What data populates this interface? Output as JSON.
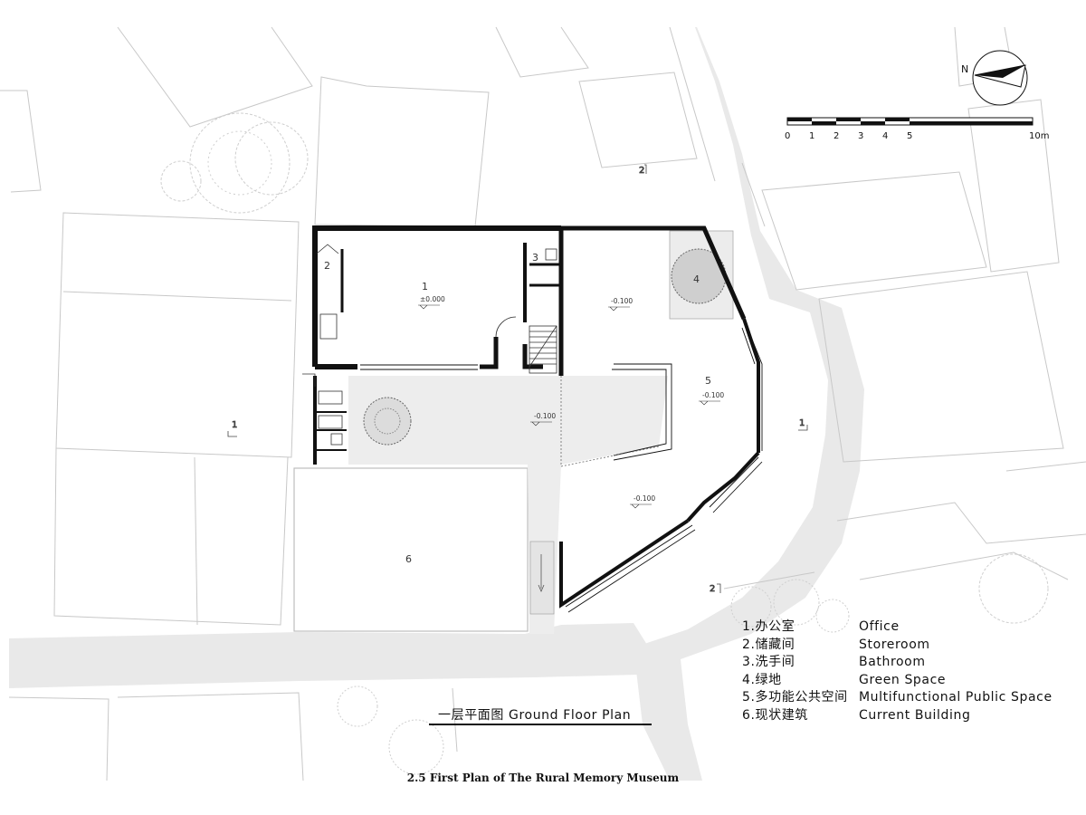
{
  "legend": [
    {
      "zh": "1.办公室",
      "en": "Office"
    },
    {
      "zh": "2.储藏间",
      "en": "Storeroom"
    },
    {
      "zh": "3.洗手间",
      "en": "Bathroom"
    },
    {
      "zh": "4.绿地",
      "en": "Green Space"
    },
    {
      "zh": "5.多功能公共空间",
      "en": "Multifunctional Public Space"
    },
    {
      "zh": "6.现状建筑",
      "en": "Current Building"
    }
  ],
  "plan_title": "一层平面图 Ground Floor Plan",
  "caption": "2.5 First Plan of The Rural Memory Museum",
  "north_label": "N",
  "scale_bar": {
    "labels": [
      "0",
      "1",
      "2",
      "3",
      "4",
      "5",
      "10m"
    ]
  },
  "room_labels": {
    "r1": "1",
    "r2": "2",
    "r3": "3",
    "r4": "4",
    "r5": "5",
    "r6": "6"
  },
  "levels": {
    "office": "±0.000",
    "ne": "-0.100",
    "east": "-0.100",
    "court": "-0.100",
    "south": "-0.100"
  },
  "section_marks": {
    "s1_west": "1",
    "s1_east": "1",
    "s2_north": "2",
    "s2_south": "2"
  }
}
